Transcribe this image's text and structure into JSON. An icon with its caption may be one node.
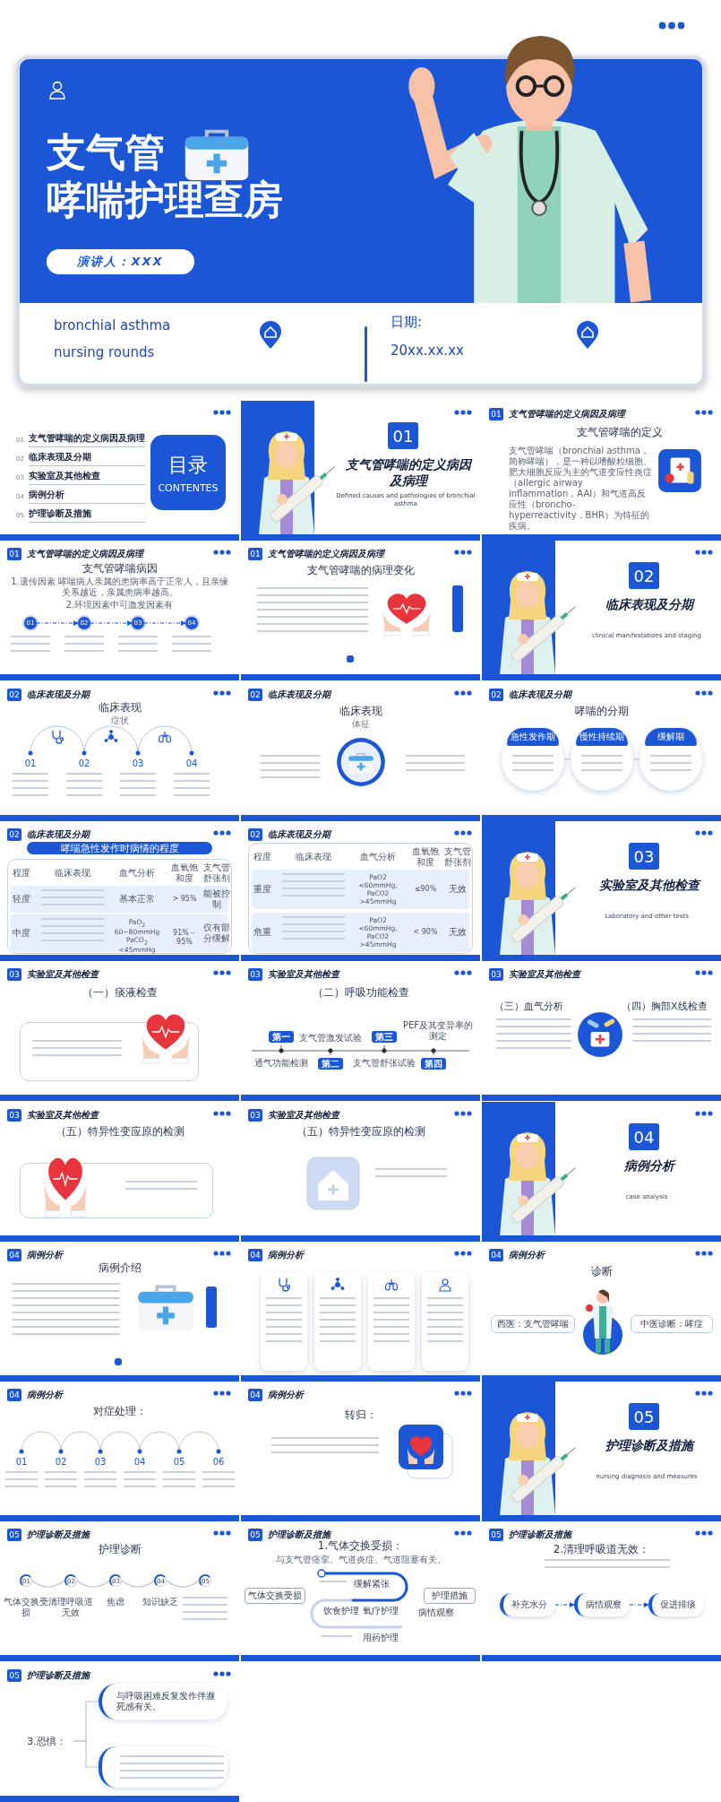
{
  "diagram": {
    "nodes": [
      {
        "text": [
          "支气管哮喘护理查房",
          "bronchial asthma nursing rounds",
          "日期:",
          "20xx.xx.xx"
        ]
      },
      {
        "text": [
          "演讲人：XXX"
        ],
        "in": 0
      },
      {
        "text": [
          "01",
          "支气管哮喘的定义病因及病理",
          "02",
          "临床表现及分期",
          "03",
          "实验室及其他检查",
          "04",
          "病例分析",
          "05",
          "护理诊断及措施"
        ]
      },
      {
        "text": [
          "目录",
          "CONTENTES"
        ],
        "in": 2
      },
      {
        "text": [
          "支气管哮喘的定义病因及病理",
          "Defined causes and pathologies of bronchial asthma"
        ]
      },
      {
        "text": [
          "01"
        ],
        "in": 4
      },
      {
        "text": [
          "支气管哮喘的定义病因及病理",
          "支气管哮喘的定义",
          "支气管哮喘（bronchial asthma，简称哮喘），是一种以嗜酸粒细胞、肥大细胞反应为主的气道变应性炎症（allergic airway inflammation，AAI）和气道高反应性（broncho-hyperreactivity，BHR）为特征的疾病。"
        ]
      },
      {
        "text": [
          "01"
        ],
        "in": 6
      },
      {
        "text": [
          "支气管哮喘的定义病因及病理",
          "支气管哮喘病因",
          "1.遗传因素 哮喘病人亲属的患病率高于正常人，且亲缘关系越近，亲属患病率越高。",
          "2.环境因素中可激发因素有"
        ]
      },
      {
        "text": [
          "01"
        ],
        "in": 8
      },
      {
        "text": [
          "01"
        ],
        "in": 8
      },
      {
        "text": [
          "02"
        ],
        "in": 8
      },
      {
        "text": [
          "03"
        ],
        "in": 8
      },
      {
        "text": [
          "04"
        ],
        "in": 8
      },
      {
        "text": [
          "支气管哮喘的定义病因及病理",
          "支气管哮喘的病理变化"
        ]
      },
      {
        "text": [
          "01"
        ],
        "in": 14
      },
      {
        "text": [
          "临床表现及分期",
          "clinical manifestations and staging"
        ]
      },
      {
        "text": [
          "02"
        ],
        "in": 16
      },
      {
        "text": [
          "临床表现及分期",
          "临床表现",
          "症状",
          "01",
          "02",
          "03",
          "04"
        ]
      },
      {
        "text": [
          "02"
        ],
        "in": 18
      },
      {
        "text": [
          "临床表现及分期",
          "临床表现",
          "体征"
        ]
      },
      {
        "text": [
          "02"
        ],
        "in": 20
      },
      {
        "text": [
          "临床表现及分期",
          "哮喘的分期"
        ]
      },
      {
        "text": [
          "02"
        ],
        "in": 22
      },
      {
        "text": [
          "急性发作期"
        ],
        "in": 22
      },
      {
        "text": [
          "慢性持续期"
        ],
        "in": 22
      },
      {
        "text": [
          "缓解期"
        ],
        "in": 22
      },
      {
        "text": [
          "临床表现及分期"
        ]
      },
      {
        "text": [
          "02"
        ],
        "in": 27
      },
      {
        "text": [
          "哮喘急性发作时病情的程度"
        ],
        "in": 27
      },
      {
        "text": [
          "临床表现及分期"
        ]
      },
      {
        "text": [
          "02"
        ],
        "in": 30
      },
      {
        "text": [
          "实验室及其他检查",
          "Laboratory and other tests"
        ]
      },
      {
        "text": [
          "03"
        ],
        "in": 32
      },
      {
        "text": [
          "实验室及其他检查",
          "（一）痰液检查"
        ]
      },
      {
        "text": [
          "03"
        ],
        "in": 34
      },
      {
        "text": [
          "实验室及其他检查",
          "（二）呼吸功能检查"
        ]
      },
      {
        "text": [
          "03"
        ],
        "in": 36
      },
      {
        "text": [
          "第一"
        ],
        "in": 36
      },
      {
        "text": [
          "第二"
        ],
        "in": 36
      },
      {
        "text": [
          "第三"
        ],
        "in": 36
      },
      {
        "text": [
          "第四"
        ],
        "in": 36
      },
      {
        "text": [
          "实验室及其他检查",
          "（三）血气分析",
          "（四）胸部X线检查"
        ]
      },
      {
        "text": [
          "03"
        ],
        "in": 42
      },
      {
        "text": [
          "实验室及其他检查",
          "（五）特异性变应原的检测"
        ]
      },
      {
        "text": [
          "03"
        ],
        "in": 44
      },
      {
        "text": [
          "实验室及其他检查",
          "（五）特异性变应原的检测"
        ]
      },
      {
        "text": [
          "03"
        ],
        "in": 46
      },
      {
        "text": [
          "病例分析",
          "case analysis"
        ]
      },
      {
        "text": [
          "04"
        ],
        "in": 48
      },
      {
        "text": [
          "病例分析",
          "病例介绍"
        ]
      },
      {
        "text": [
          "04"
        ],
        "in": 50
      },
      {
        "text": [
          "病例分析"
        ]
      },
      {
        "text": [
          "04"
        ],
        "in": 52
      },
      {
        "text": [
          "病例分析",
          "诊断"
        ]
      },
      {
        "text": [
          "04"
        ],
        "in": 54
      },
      {
        "text": [
          "西医：支气管哮喘"
        ],
        "in": 54
      },
      {
        "text": [
          "中医诊断：哮症"
        ],
        "in": 54
      },
      {
        "text": [
          "病例分析",
          "对症处理：",
          "01",
          "02",
          "03",
          "04",
          "05",
          "06"
        ]
      },
      {
        "text": [
          "04"
        ],
        "in": 58
      },
      {
        "text": [
          "病例分析",
          "转归："
        ]
      },
      {
        "text": [
          "04"
        ],
        "in": 60
      },
      {
        "text": [
          "护理诊断及措施",
          "nursing diagnosis and measures"
        ]
      },
      {
        "text": [
          "05"
        ],
        "in": 62
      },
      {
        "text": [
          "护理诊断及措施",
          "护理诊断",
          "气体交换受损",
          "清理呼吸道无效",
          "焦虑",
          "知识缺乏"
        ]
      },
      {
        "text": [
          "05"
        ],
        "in": 64
      },
      {
        "text": [
          "01"
        ],
        "in": 64
      },
      {
        "text": [
          "02"
        ],
        "in": 64
      },
      {
        "text": [
          "03"
        ],
        "in": 64
      },
      {
        "text": [
          "04"
        ],
        "in": 64
      },
      {
        "text": [
          "05"
        ],
        "in": 64
      },
      {
        "text": [
          "护理诊断及措施",
          "1.气体交换受损：",
          "与支气管痉挛、气道炎症、气道阻塞有关。",
          "缓解紧张",
          "饮食护理",
          "氧疗护理",
          "病情观察",
          "用药护理"
        ]
      },
      {
        "text": [
          "05"
        ],
        "in": 71
      },
      {
        "text": [
          "气体交换受损"
        ],
        "in": 71
      },
      {
        "text": [
          "护理措施"
        ],
        "in": 71
      },
      {
        "text": [
          "护理诊断及措施",
          "2.清理呼吸道无效："
        ]
      },
      {
        "text": [
          "05"
        ],
        "in": 75
      },
      {
        "text": [
          "补充水分"
        ],
        "in": 75
      },
      {
        "text": [
          "病情观察"
        ],
        "in": 75
      },
      {
        "text": [
          "促进排痰"
        ],
        "in": 75
      },
      {
        "text": [
          "护理诊断及措施"
        ]
      },
      {
        "text": [
          "05"
        ],
        "in": 80
      },
      {
        "text": [
          "3.恐惧："
        ],
        "in": 80
      },
      {
        "text": [
          "与呼吸困难反复发作伴濒死感有关。"
        ],
        "in": 80
      },
      {
        "text": [],
        "shape": "box",
        "in": 80
      }
    ],
    "edges": [
      {
        "from": 10,
        "to": 11,
        "arrow": "to",
        "style": "dashed",
        "color": "#1a56d6"
      },
      {
        "from": 11,
        "to": 12,
        "arrow": "to",
        "style": "dashed",
        "color": "#1a56d6"
      },
      {
        "from": 12,
        "to": 13,
        "arrow": "to",
        "style": "dashed",
        "color": "#1a56d6"
      },
      {
        "from": 24,
        "to": 25,
        "arrow": "none"
      },
      {
        "from": 25,
        "to": 26,
        "arrow": "none"
      },
      {
        "from": 66,
        "to": 67,
        "arrow": "none"
      },
      {
        "from": 67,
        "to": 68,
        "arrow": "none"
      },
      {
        "from": 68,
        "to": 69,
        "arrow": "none"
      },
      {
        "from": 69,
        "to": 70,
        "arrow": "none"
      },
      {
        "from": 77,
        "to": 78,
        "arrow": "to",
        "style": "dashed",
        "color": "#1a56d6"
      },
      {
        "from": 78,
        "to": 79,
        "arrow": "to",
        "style": "dashed",
        "color": "#1a56d6"
      },
      {
        "from": 82,
        "to": 83,
        "arrow": "none"
      },
      {
        "from": 82,
        "to": 84,
        "arrow": "none"
      }
    ],
    "labels": [
      "程度",
      "临床表现",
      "血气分析",
      "血氧饱和度",
      "支气管舒张剂",
      "轻度",
      "基本正常",
      "> 95%",
      "能被控制",
      "中度",
      "PaO$_{2}$ 60~80mmHg PaCO$_{2}$ <45mmHg",
      "91%～95%",
      "仅有部分缓解",
      "程度",
      "临床表现",
      "血气分析",
      "血氧饱和度",
      "支气管舒张剂",
      "重度",
      "PaO2 <60mmHg, PaCO2 >45mmHg",
      "≤90%",
      "无效",
      "危重",
      "PaO2 <60mmHg, PaCO2 >45mmHg",
      "< 90%",
      "无效",
      "通气功能检测",
      "支气管激发试验",
      "支气管舒张试验",
      "PEF及其变异率的测定"
    ]
  }
}
